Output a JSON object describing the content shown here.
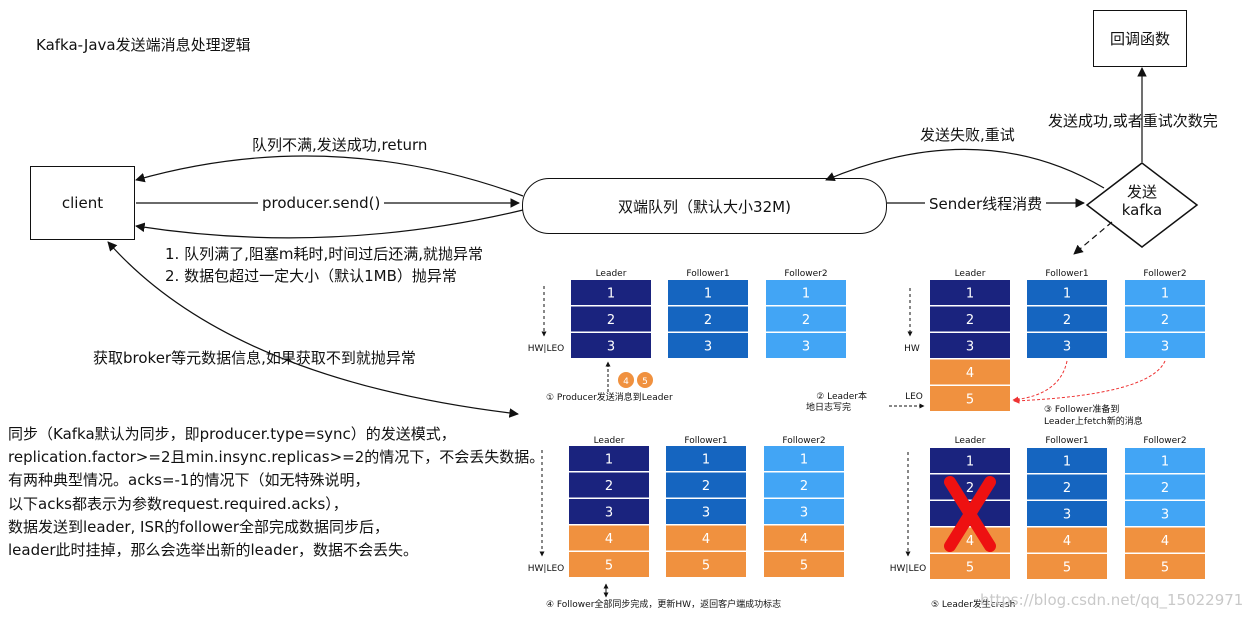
{
  "title": "Kafka-Java发送端消息处理逻辑",
  "nodes": {
    "client": "client",
    "queue": "双端队列（默认大小32M)",
    "callback": "回调函数",
    "send_kafka_line1": "发送",
    "send_kafka_line2": "kafka"
  },
  "edges": {
    "queue_not_full": "队列不满,发送成功,return",
    "producer_send": "producer.send()",
    "queue_full_1": "1. 队列满了,阻塞m耗时,时间过后还满,就抛异常",
    "queue_full_2": "2. 数据包超过一定大小（默认1MB）抛异常",
    "get_broker": "获取broker等元数据信息,如果获取不到就抛异常",
    "send_failed_retry": "发送失败,重试",
    "sender_thread": "Sender线程消费",
    "send_success": "发送成功,或者重试次数完"
  },
  "paragraph": [
    "同步（Kafka默认为同步，即producer.type=sync）的发送模式，",
    "replication.factor>=2且min.insync.replicas>=2的情况下，不会丢失数据。",
    "有两种典型情况。acks=-1的情况下（如无特殊说明，",
    "以下acks都表示为参数request.required.acks），",
    "数据发送到leader, ISR的follower全部完成数据同步后，",
    "leader此时挂掉，那么会选举出新的leader，数据不会丢失。"
  ],
  "replication": {
    "headers": [
      "Leader",
      "Follower1",
      "Follower2"
    ],
    "panel1": {
      "leader": [
        "1",
        "2",
        "3"
      ],
      "follower1": [
        "1",
        "2",
        "3"
      ],
      "follower2": [
        "1",
        "2",
        "3"
      ],
      "marker": "HW|LEO",
      "incoming": [
        "4",
        "5"
      ],
      "caption": "① Producer发送消息到Leader"
    },
    "panel2": {
      "leader": [
        "1",
        "2",
        "3",
        "4",
        "5"
      ],
      "follower1": [
        "1",
        "2",
        "3"
      ],
      "follower2": [
        "1",
        "2",
        "3"
      ],
      "hw": "HW",
      "leo": "LEO",
      "note_write": [
        "② Leader本",
        "地日志写完"
      ],
      "note_fetch": [
        "③ Follower准备到",
        "Leader上fetch新的消息"
      ]
    },
    "panel3": {
      "leader": [
        "1",
        "2",
        "3",
        "4",
        "5"
      ],
      "follower1": [
        "1",
        "2",
        "3",
        "4",
        "5"
      ],
      "follower2": [
        "1",
        "2",
        "3",
        "4",
        "5"
      ],
      "marker": "HW|LEO",
      "caption": "④ Follower全部同步完成，更新HW，返回客户端成功标志"
    },
    "panel4": {
      "leader": [
        "1",
        "2",
        "3",
        "4",
        "5"
      ],
      "follower1": [
        "1",
        "2",
        "3",
        "4",
        "5"
      ],
      "follower2": [
        "1",
        "2",
        "3",
        "4",
        "5"
      ],
      "marker": "HW|LEO",
      "caption": "⑤ Leader发生crash"
    }
  },
  "watermark": "https://blog.csdn.net/qq_15022971",
  "colors": {
    "leader_blue": "#1a237e",
    "follower1_blue": "#1565c0",
    "follower2_blue": "#42a5f5",
    "new_orange": "#f0913f",
    "crash_red": "#ee1111",
    "dashed_red": "#ee3333"
  }
}
